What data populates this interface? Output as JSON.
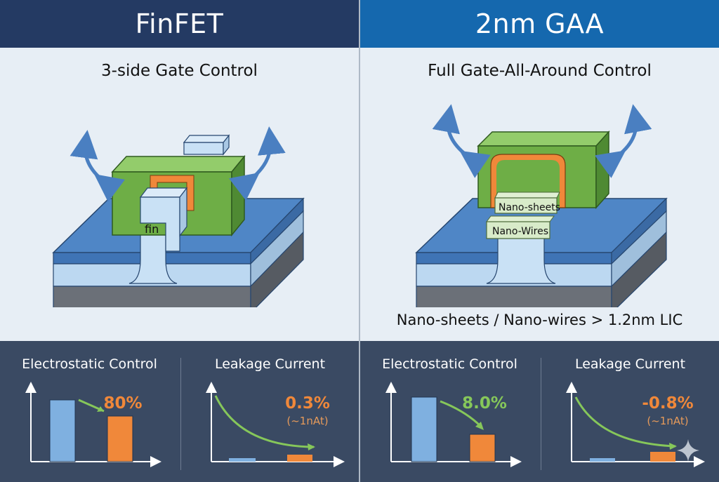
{
  "colors": {
    "left_header": "#243a63",
    "right_header": "#1568ae",
    "metrics_bg": "#3a4a63",
    "gate_green": "#6eae46",
    "orange": "#f0883a",
    "blue_bar": "#7fb0e0",
    "value_green": "#86c75a"
  },
  "left": {
    "title": "FinFET",
    "subtitle": "3-side Gate Control",
    "fin_label": "fin",
    "metrics": [
      {
        "title": "Electrostatic Control",
        "value": "80%",
        "sub": ""
      },
      {
        "title": "Leakage Current",
        "value": "0.3%",
        "sub": "(~1nAt)"
      }
    ]
  },
  "right": {
    "title": "2nm GAA",
    "subtitle": "Full Gate-All-Around Control",
    "sheet_label": "Nano-sheets",
    "wire_label": "Nano-Wires",
    "footnote": "Nano-sheets / Nano-wires > 1.2nm LIC",
    "metrics": [
      {
        "title": "Electrostatic Control",
        "value": "8.0%",
        "sub": ""
      },
      {
        "title": "Leakage Current",
        "value": "-0.8%",
        "sub": "(~1nAt)"
      }
    ]
  },
  "icons": {
    "gate_arrows": "curved-double-arrow-icon",
    "corner_mark": "sparkle-icon"
  }
}
